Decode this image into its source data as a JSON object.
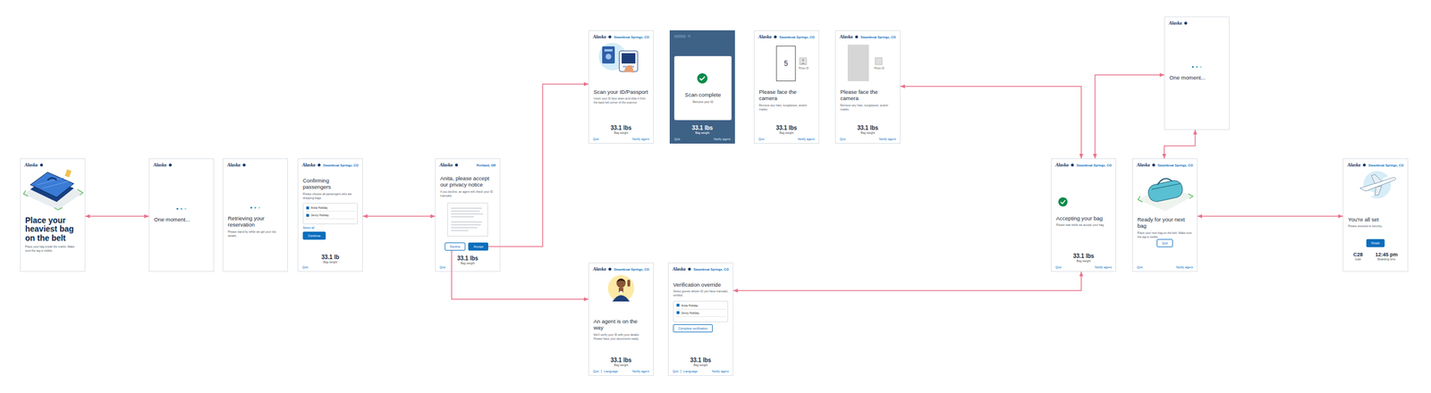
{
  "diagram": {
    "nodes": [
      {
        "text": [
          "Alaska",
          "Place your heaviest bag on the belt",
          "Place your bag inside the marks. Make sure the tag is visible."
        ]
      },
      {
        "text": [
          "Alaska",
          "One moment..."
        ]
      },
      {
        "text": [
          "Alaska",
          "Retrieving your reservation",
          "Please stand by while we get your trip details."
        ]
      },
      {
        "text": [
          "Alaska",
          "Steamboat Springs, CO",
          "Confirming passengers",
          "Please choose all passengers who are dropping bags.",
          "Anita Holiday",
          "Jenny Holiday",
          "Select all",
          "33.1 lb",
          "Bag weight",
          "Quit"
        ]
      },
      {
        "text": [
          "Continue"
        ],
        "in": 3
      },
      {
        "text": [
          "Alaska",
          "Portland, OR",
          "Anita, please accept our privacy notice",
          "If you decline, an agent will check your ID manually.",
          "33.1 lbs",
          "Bag weight",
          "Quit"
        ]
      },
      {
        "text": [
          "Decline"
        ],
        "in": 5
      },
      {
        "text": [
          "Accept"
        ],
        "in": 5
      },
      {
        "text": [
          "Alaska",
          "Steamboat Springs, CO",
          "Scan your ID/Passport",
          "Insert your ID face down and slide it from the back left corner of the scanner.",
          "33.1 lbs",
          "Bag weight",
          "Quit",
          "Notify agent"
        ]
      },
      {
        "text": [
          "33.1 lbs",
          "Bag weight",
          "Quit",
          "Notify agent"
        ]
      },
      {
        "text": [
          "Scan complete",
          "Remove your ID"
        ],
        "in": 9
      },
      {
        "text": [
          "Alaska",
          "Steamboat Springs, CO",
          "Please face the camera",
          "Remove any hats, sunglasses, and/or masks.",
          "Photo ID",
          "33.1 lbs",
          "Bag weight",
          "Quit",
          "Notify agent"
        ]
      },
      {
        "text": [
          "5"
        ],
        "in": 11
      },
      {
        "text": [
          "Alaska",
          "Steamboat Springs, CO",
          "Please face the camera",
          "Remove any hats, sunglasses, and/or masks.",
          "Photo ID",
          "33.1 lbs",
          "Bag weight",
          "Quit",
          "Notify agent"
        ]
      },
      {
        "text": [
          "Alaska",
          "Steamboat Springs, CO",
          "An agent is on the way",
          "We'll verify your ID with your details. Please have your documents ready.",
          "33.1 lbs",
          "Bag weight",
          "Quit",
          "Language",
          "Notify agent"
        ]
      },
      {
        "text": [
          "Alaska",
          "Steamboat Springs, CO",
          "Verification override",
          "Select guests whose ID you have manually verified.",
          "Anita Holiday",
          "Jenny Holiday",
          "33.1 lbs",
          "Bag weight",
          "Quit",
          "Language",
          "Notify agent"
        ]
      },
      {
        "text": [
          "Complete verification"
        ],
        "in": 15
      },
      {
        "text": [
          "Alaska",
          "Steamboat Springs, CO",
          "Accepting your bag",
          "Please wait while we accept your bag.",
          "33.1 lbs",
          "Bag weight",
          "Quit",
          "Notify agent"
        ]
      },
      {
        "text": [
          "Alaska",
          "One moment..."
        ]
      },
      {
        "text": [
          "Alaska",
          "Steamboat Springs, CO",
          "Ready for your next bag",
          "Place your next bag on the belt. Make sure the tag is visible.",
          "Quit",
          "Notify agent"
        ]
      },
      {
        "text": [
          "Quit"
        ],
        "in": 19
      },
      {
        "text": [
          "Alaska",
          "Steamboat Springs, CO",
          "You're all set",
          "Please proceed to security.",
          "C28",
          "Gate",
          "12:45 pm",
          "Boarding time"
        ]
      },
      {
        "text": [
          "Finish"
        ],
        "in": 21
      }
    ],
    "edges": [
      {
        "from": 0,
        "to": 1,
        "arrow": "both"
      },
      {
        "from": 3,
        "to": 5,
        "arrow": "both"
      },
      {
        "from": 7,
        "to": 8,
        "arrow": "to"
      },
      {
        "from": 6,
        "to": 14,
        "arrow": "to"
      },
      {
        "from": 13,
        "to": 17,
        "arrow": "both"
      },
      {
        "from": 15,
        "to": 17,
        "arrow": "both"
      },
      {
        "from": 17,
        "to": 18,
        "arrow": "both"
      },
      {
        "from": 19,
        "to": 18,
        "arrow": "both"
      },
      {
        "from": 19,
        "to": 21,
        "arrow": "both"
      }
    ]
  }
}
